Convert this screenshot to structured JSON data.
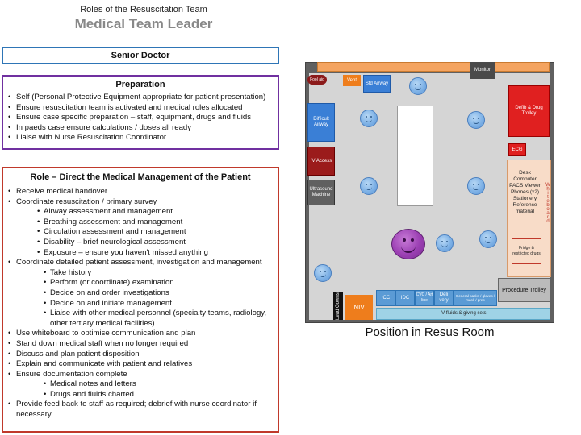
{
  "header": {
    "subtitle": "Roles of the Resuscitation Team",
    "title": "Medical Team Leader"
  },
  "senior": {
    "label": "Senior Doctor"
  },
  "preparation": {
    "heading": "Preparation",
    "items": [
      "Self  (Personal Protective Equipment appropriate for patient presentation)",
      "Ensure resuscitation team is activated and medical roles allocated",
      "Ensure case specific preparation – staff, equipment, drugs and fluids",
      "In paeds case ensure calculations / doses all ready",
      "Liaise with Nurse Resuscitation Coordinator"
    ]
  },
  "role": {
    "heading": "Role – Direct the Medical Management of the Patient",
    "receive": "Receive medical handover",
    "coordinate_primary": "Coordinate resuscitation / primary survey",
    "primary_items": [
      "Airway assessment and management",
      "Breathing assessment and management",
      "Circulation assessment and management",
      "Disability – brief neurological assessment",
      "Exposure – ensure you haven't missed anything"
    ],
    "coordinate_detailed": "Coordinate detailed patient assessment, investigation and management",
    "detailed_items": [
      "Take history",
      "Perform (or coordinate) examination",
      "Decide on and order investigations",
      "Decide on and initiate management",
      "Liaise with other medical personnel (specialty teams, radiology, other tertiary medical facilities)."
    ],
    "whiteboard": "Use whiteboard to optimise communication and plan",
    "stand_down": "Stand down medical staff when no longer required",
    "disposition": "Discuss and plan patient disposition",
    "explain": "Explain and communicate with patient and relatives",
    "documentation": "Ensure documentation complete",
    "doc_items": [
      "Medical notes and letters",
      "Drugs and fluids charted"
    ],
    "feedback": "Provide feed back to staff as required; debrief with nurse coordinator if necessary"
  },
  "room": {
    "caption": "Position in Resus Room",
    "monitor": "Monitor",
    "fool_aid": "Fool aid",
    "vent": "Vent",
    "std_airway": "Std Airway",
    "difficult_airway": "Difficult Airway",
    "iv_access": "IV Access",
    "ultrasound": "Ultrasound Machine",
    "defib": "Defib & Drug Trolley",
    "ecg": "ECG",
    "desk": "Desk Computer PACS Viewer Phones (x2) Stationery Reference material",
    "whiteboard": "Whiteboard",
    "fridge": "Fridge & restricted drugs",
    "procedure_trolley": "Procedure Trolley",
    "lead_gowns": "Lead Gowns",
    "niv": "NIV",
    "icc": "ICC",
    "idc": "IDC",
    "cvc": "CVC / Art line",
    "delivery": "Deli very",
    "general_packs": "General packs / gloves / mask / prep",
    "iv_fluids": "IV fluids & giving sets"
  }
}
